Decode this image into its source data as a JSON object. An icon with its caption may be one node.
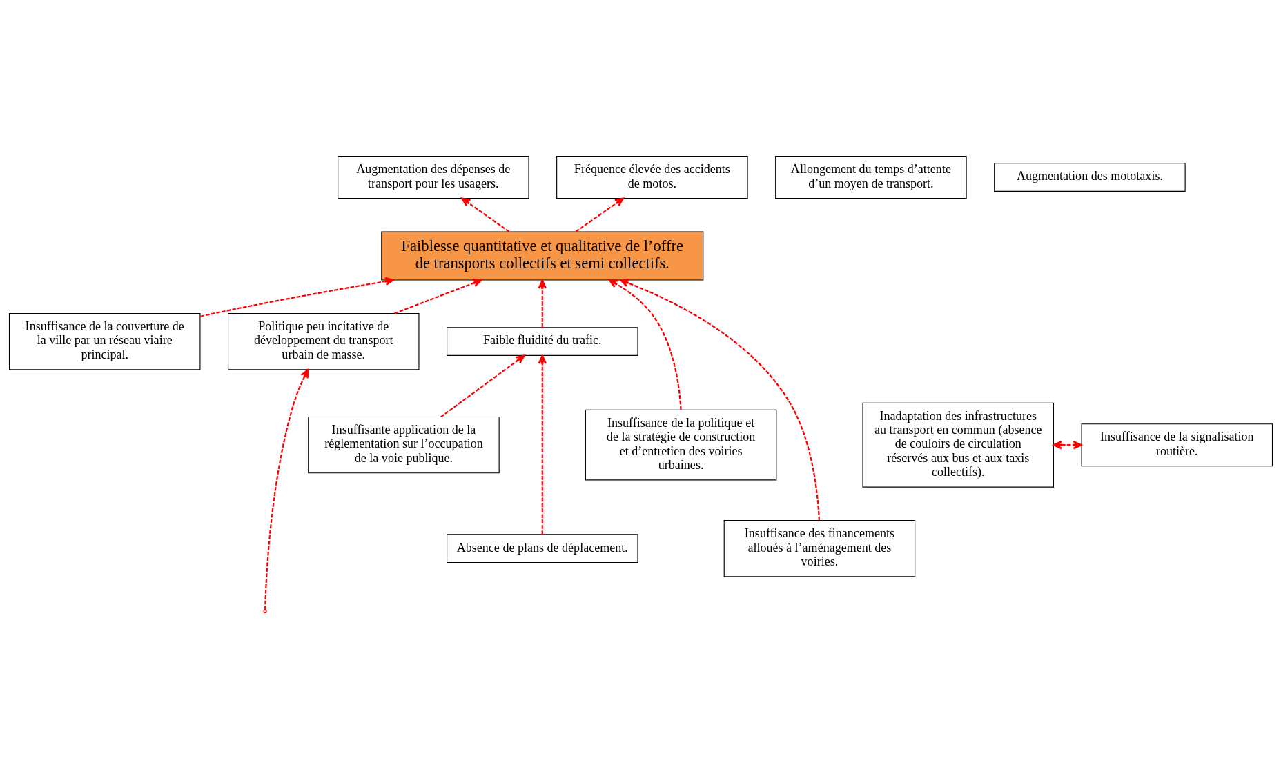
{
  "diagram": {
    "nodes": [
      {
        "text": [
          "Augmentation des dépenses de transport pour les usagers."
        ]
      },
      {
        "text": [
          "Allongement du temps d’attente d’un moyen de transport."
        ]
      },
      {
        "text": [
          "Augmentation des mototaxis."
        ]
      },
      {
        "text": [
          "Fréquence élevée des accidents de motos."
        ]
      },
      {
        "text": [
          "Faiblesse quantitative et qualitative de l’offre de transports collectifs et semi collectifs."
        ]
      },
      {
        "text": [
          "Insuffisance de la couverture de la ville par un réseau viaire principal."
        ]
      },
      {
        "text": [
          "Politique peu incitative de développement du transport urbain de masse."
        ]
      },
      {
        "text": [
          "Faible fluidité du trafic."
        ]
      },
      {
        "text": [
          "Insuffisance de la politique et de la stratégie de construction et d’entretien des voiries urbaines."
        ]
      },
      {
        "text": [
          "Inadaptation des infrastructures au transport en commun (absence de couloirs de circulation réservés aux bus et aux taxis collectifs)."
        ]
      },
      {
        "text": [
          "Insuffisance de la signalisation routière."
        ]
      },
      {
        "text": [
          "Insuffisante application de la réglementation sur l’occupation de la voie publique."
        ]
      },
      {
        "text": [
          "Insuffisance des financements alloués à l’aménagement des voiries."
        ]
      },
      {
        "text": [
          "Absence de plans de déplacement."
        ]
      }
    ],
    "edges": [
      {
        "from": 4,
        "to": 0,
        "arrow": "to",
        "style": "dashed"
      },
      {
        "from": 4,
        "to": 3,
        "arrow": "to",
        "style": "dashed"
      },
      {
        "from": 5,
        "to": 4,
        "arrow": "to",
        "style": "dashed"
      },
      {
        "from": 6,
        "to": 4,
        "arrow": "to",
        "style": "dashed"
      },
      {
        "from": 7,
        "to": 4,
        "arrow": "to",
        "style": "dashed"
      },
      {
        "from": 8,
        "to": 4,
        "arrow": "to",
        "style": "dashed"
      },
      {
        "from": 12,
        "to": 4,
        "arrow": "to",
        "style": "dashed"
      },
      {
        "from": null,
        "to": 6,
        "arrow": "to",
        "style": "dashed"
      },
      {
        "from": 9,
        "to": 10,
        "arrow": "both",
        "style": "dashed"
      },
      {
        "from": 11,
        "to": 7,
        "arrow": "to",
        "style": "dashed"
      },
      {
        "from": 13,
        "to": 7,
        "arrow": "to",
        "style": "dashed"
      }
    ]
  }
}
